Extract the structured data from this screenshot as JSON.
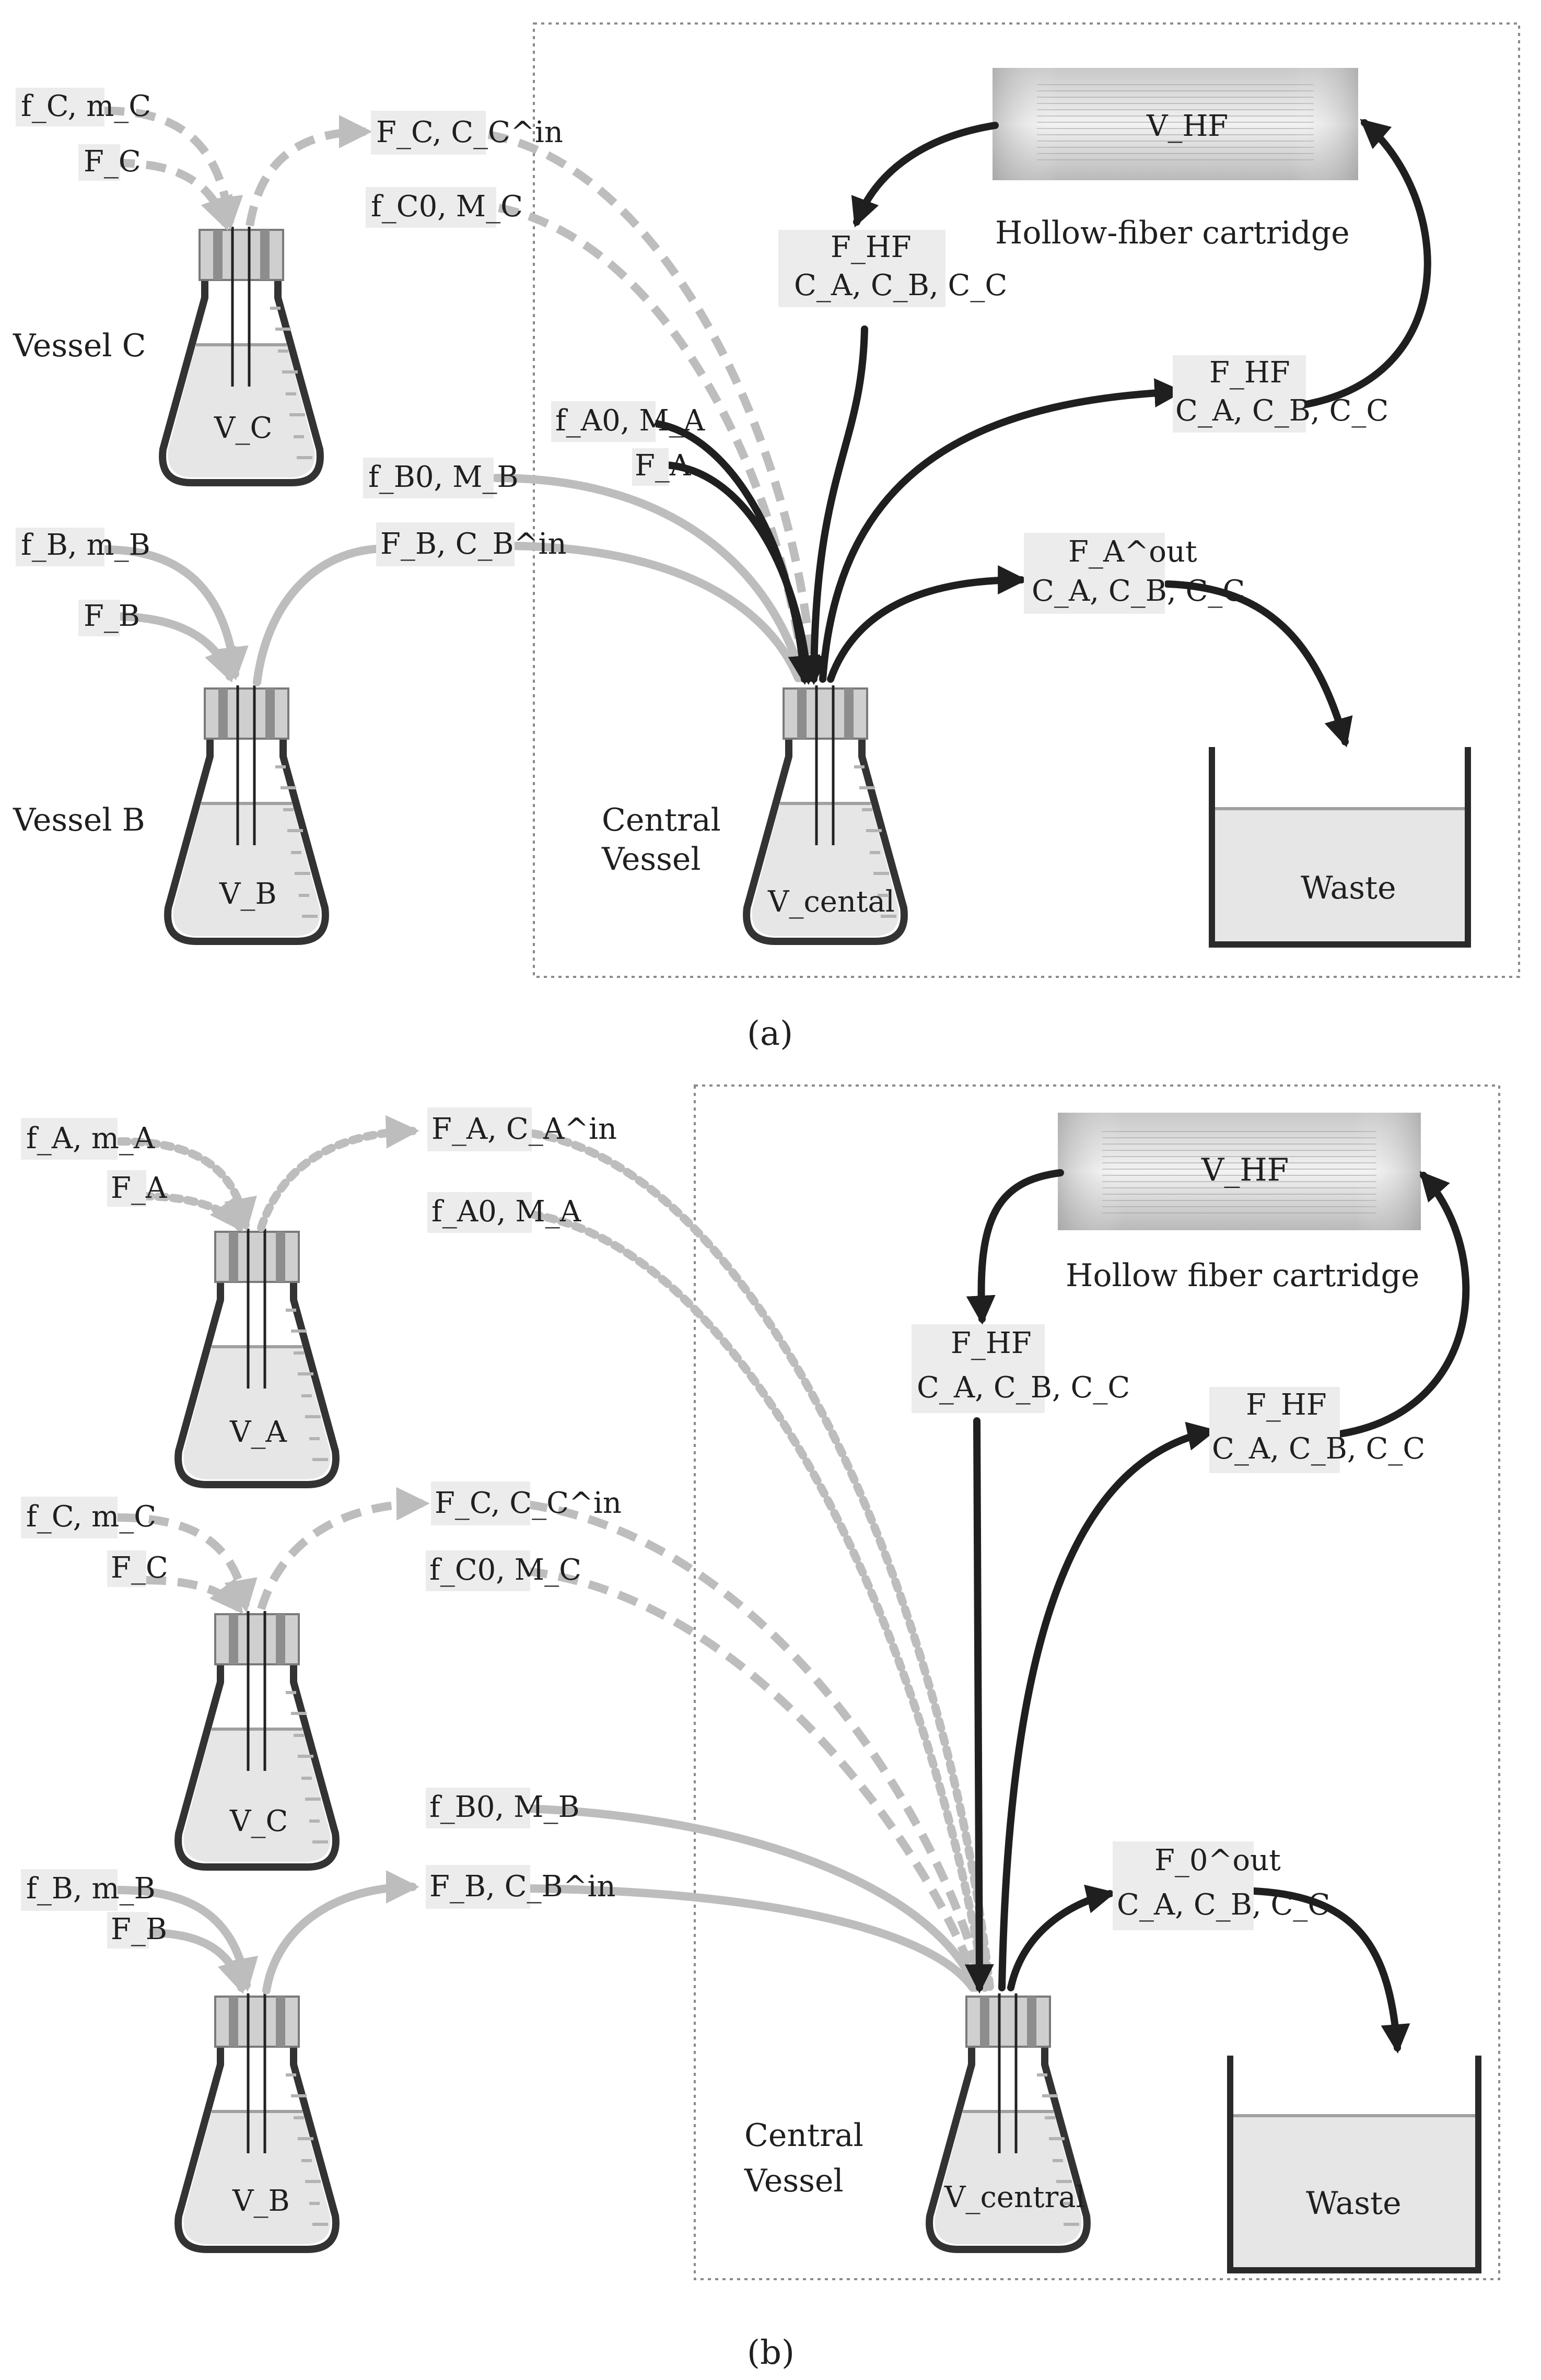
{
  "panel_a": {
    "caption": "(a)",
    "vessel_c_name": "Vessel C",
    "vessel_b_name": "Vessel B",
    "central_name_line1": "Central",
    "central_name_line2": "Vessel",
    "vol_c": "V_C",
    "vol_b": "V_B",
    "vol_central": "V_cental",
    "cartridge_vol": "V_HF",
    "cartridge_name": "Hollow-fiber cartridge",
    "waste": "Waste",
    "lbl_fc_mc": "f_C, m_C",
    "lbl_Fc": "F_C",
    "lbl_Fc_Cin": "F_C, C_C^in",
    "lbl_fc0_Mc": "f_C0, M_C",
    "lbl_fa0_Ma": "f_A0, M_A",
    "lbl_Fa": "F_A",
    "lbl_fb0_Mb": "f_B0, M_B",
    "lbl_Fb_Cin": "F_B, C_B^in",
    "lbl_fb_mb": "f_B, m_B",
    "lbl_Fb": "F_B",
    "lbl_FHF_top": "F_HF",
    "lbl_conc_top": "C_A, C_B, C_C",
    "lbl_FHF_right": "F_HF",
    "lbl_conc_right": "C_A, C_B, C_C",
    "lbl_Fout": "F_A^out",
    "lbl_conc_out": "C_A, C_B, C_C"
  },
  "panel_b": {
    "caption": "(b)",
    "central_name_line1": "Central",
    "central_name_line2": "Vessel",
    "vol_a": "V_A",
    "vol_c": "V_C",
    "vol_b": "V_B",
    "vol_central": "V_central",
    "cartridge_vol": "V_HF",
    "cartridge_name": "Hollow fiber cartridge",
    "waste": "Waste",
    "lbl_fa_ma": "f_A, m_A",
    "lbl_Fa": "F_A",
    "lbl_Fa_Cin": "F_A, C_A^in",
    "lbl_fa0_Ma": "f_A0, M_A",
    "lbl_fc_mc": "f_C, m_C",
    "lbl_Fc": "F_C",
    "lbl_Fc_Cin": "F_C, C_C^in",
    "lbl_fc0_Mc": "f_C0, M_C",
    "lbl_fb0_Mb": "f_B0, M_B",
    "lbl_Fb_Cin": "F_B, C_B^in",
    "lbl_fb_mb": "f_B, m_B",
    "lbl_Fb": "F_B",
    "lbl_FHF_left": "F_HF",
    "lbl_conc_left": "C_A, C_B, C_C",
    "lbl_FHF_right": "F_HF",
    "lbl_conc_right": "C_A, C_B, C_C",
    "lbl_Fout": "F_0^out",
    "lbl_conc_out": "C_A, C_B, C_C"
  },
  "colors": {
    "dark": "#1f1f1f",
    "gray_line": "#bdbdbd",
    "liquid": "#e6e6e6",
    "label_bg": "#ececec",
    "frame": "#8a8a8a"
  }
}
